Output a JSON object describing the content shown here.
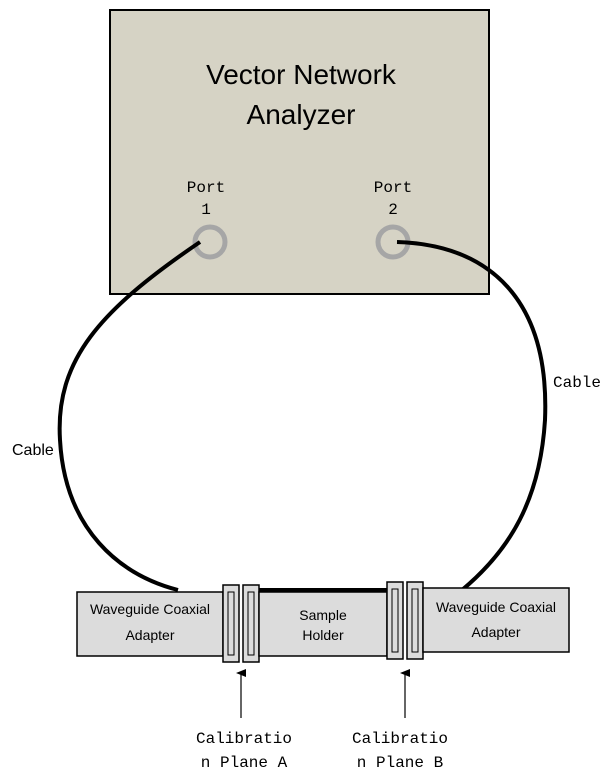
{
  "analyzer": {
    "title_line1": "Vector Network",
    "title_line2": "Analyzer",
    "port1_line1": "Port",
    "port1_line2": "1",
    "port2_line1": "Port",
    "port2_line2": "2"
  },
  "cables": {
    "left_label": "Cable",
    "right_label": "Cable"
  },
  "assembly": {
    "left_adapter_line1": "Waveguide Coaxial",
    "left_adapter_line2": "Adapter",
    "sample_holder_line1": "Sample",
    "sample_holder_line2": "Holder",
    "right_adapter_line1": "Waveguide Coaxial",
    "right_adapter_line2": "Adapter"
  },
  "calibration": {
    "a_line1": "Calibratio",
    "a_line2": "n Plane A",
    "b_line1": "Calibratio",
    "b_line2": "n Plane B"
  },
  "colors": {
    "analyzer_fill": "#d6d3c5",
    "component_fill": "#dcdcdc",
    "port_ring": "#a6a6a6",
    "line": "#000000"
  }
}
